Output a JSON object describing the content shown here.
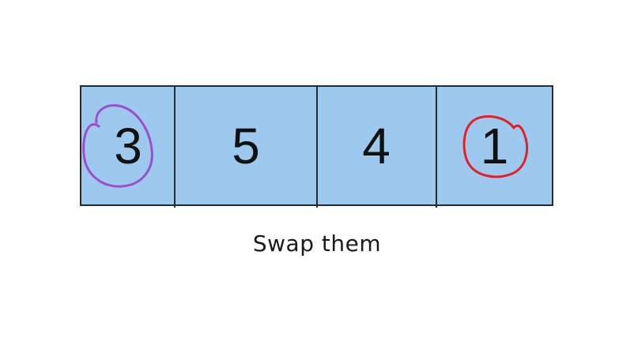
{
  "array": {
    "cells": [
      "3",
      "5",
      "4",
      "1"
    ],
    "fill_color": "#9ec9ee",
    "border_color": "#2a2a2a"
  },
  "annotations": {
    "left_circle_color": "#9b4fc9",
    "right_circle_color": "#e3202a"
  },
  "caption": "Swap them"
}
